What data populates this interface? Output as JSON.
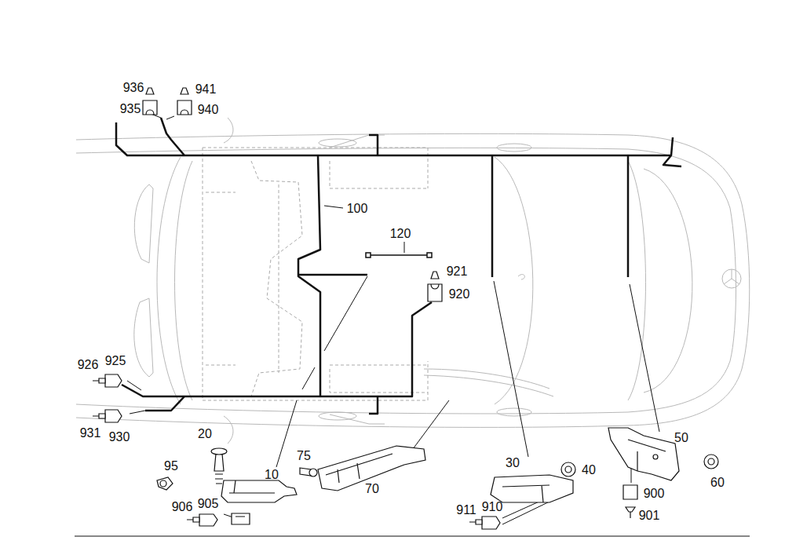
{
  "diagram": {
    "labels": [
      "936",
      "941",
      "935",
      "940",
      "100",
      "120",
      "921",
      "920",
      "926",
      "925",
      "931",
      "930",
      "20",
      "75",
      "95",
      "10",
      "70",
      "906",
      "905",
      "30",
      "40",
      "50",
      "60",
      "900",
      "901",
      "911",
      "910"
    ]
  }
}
